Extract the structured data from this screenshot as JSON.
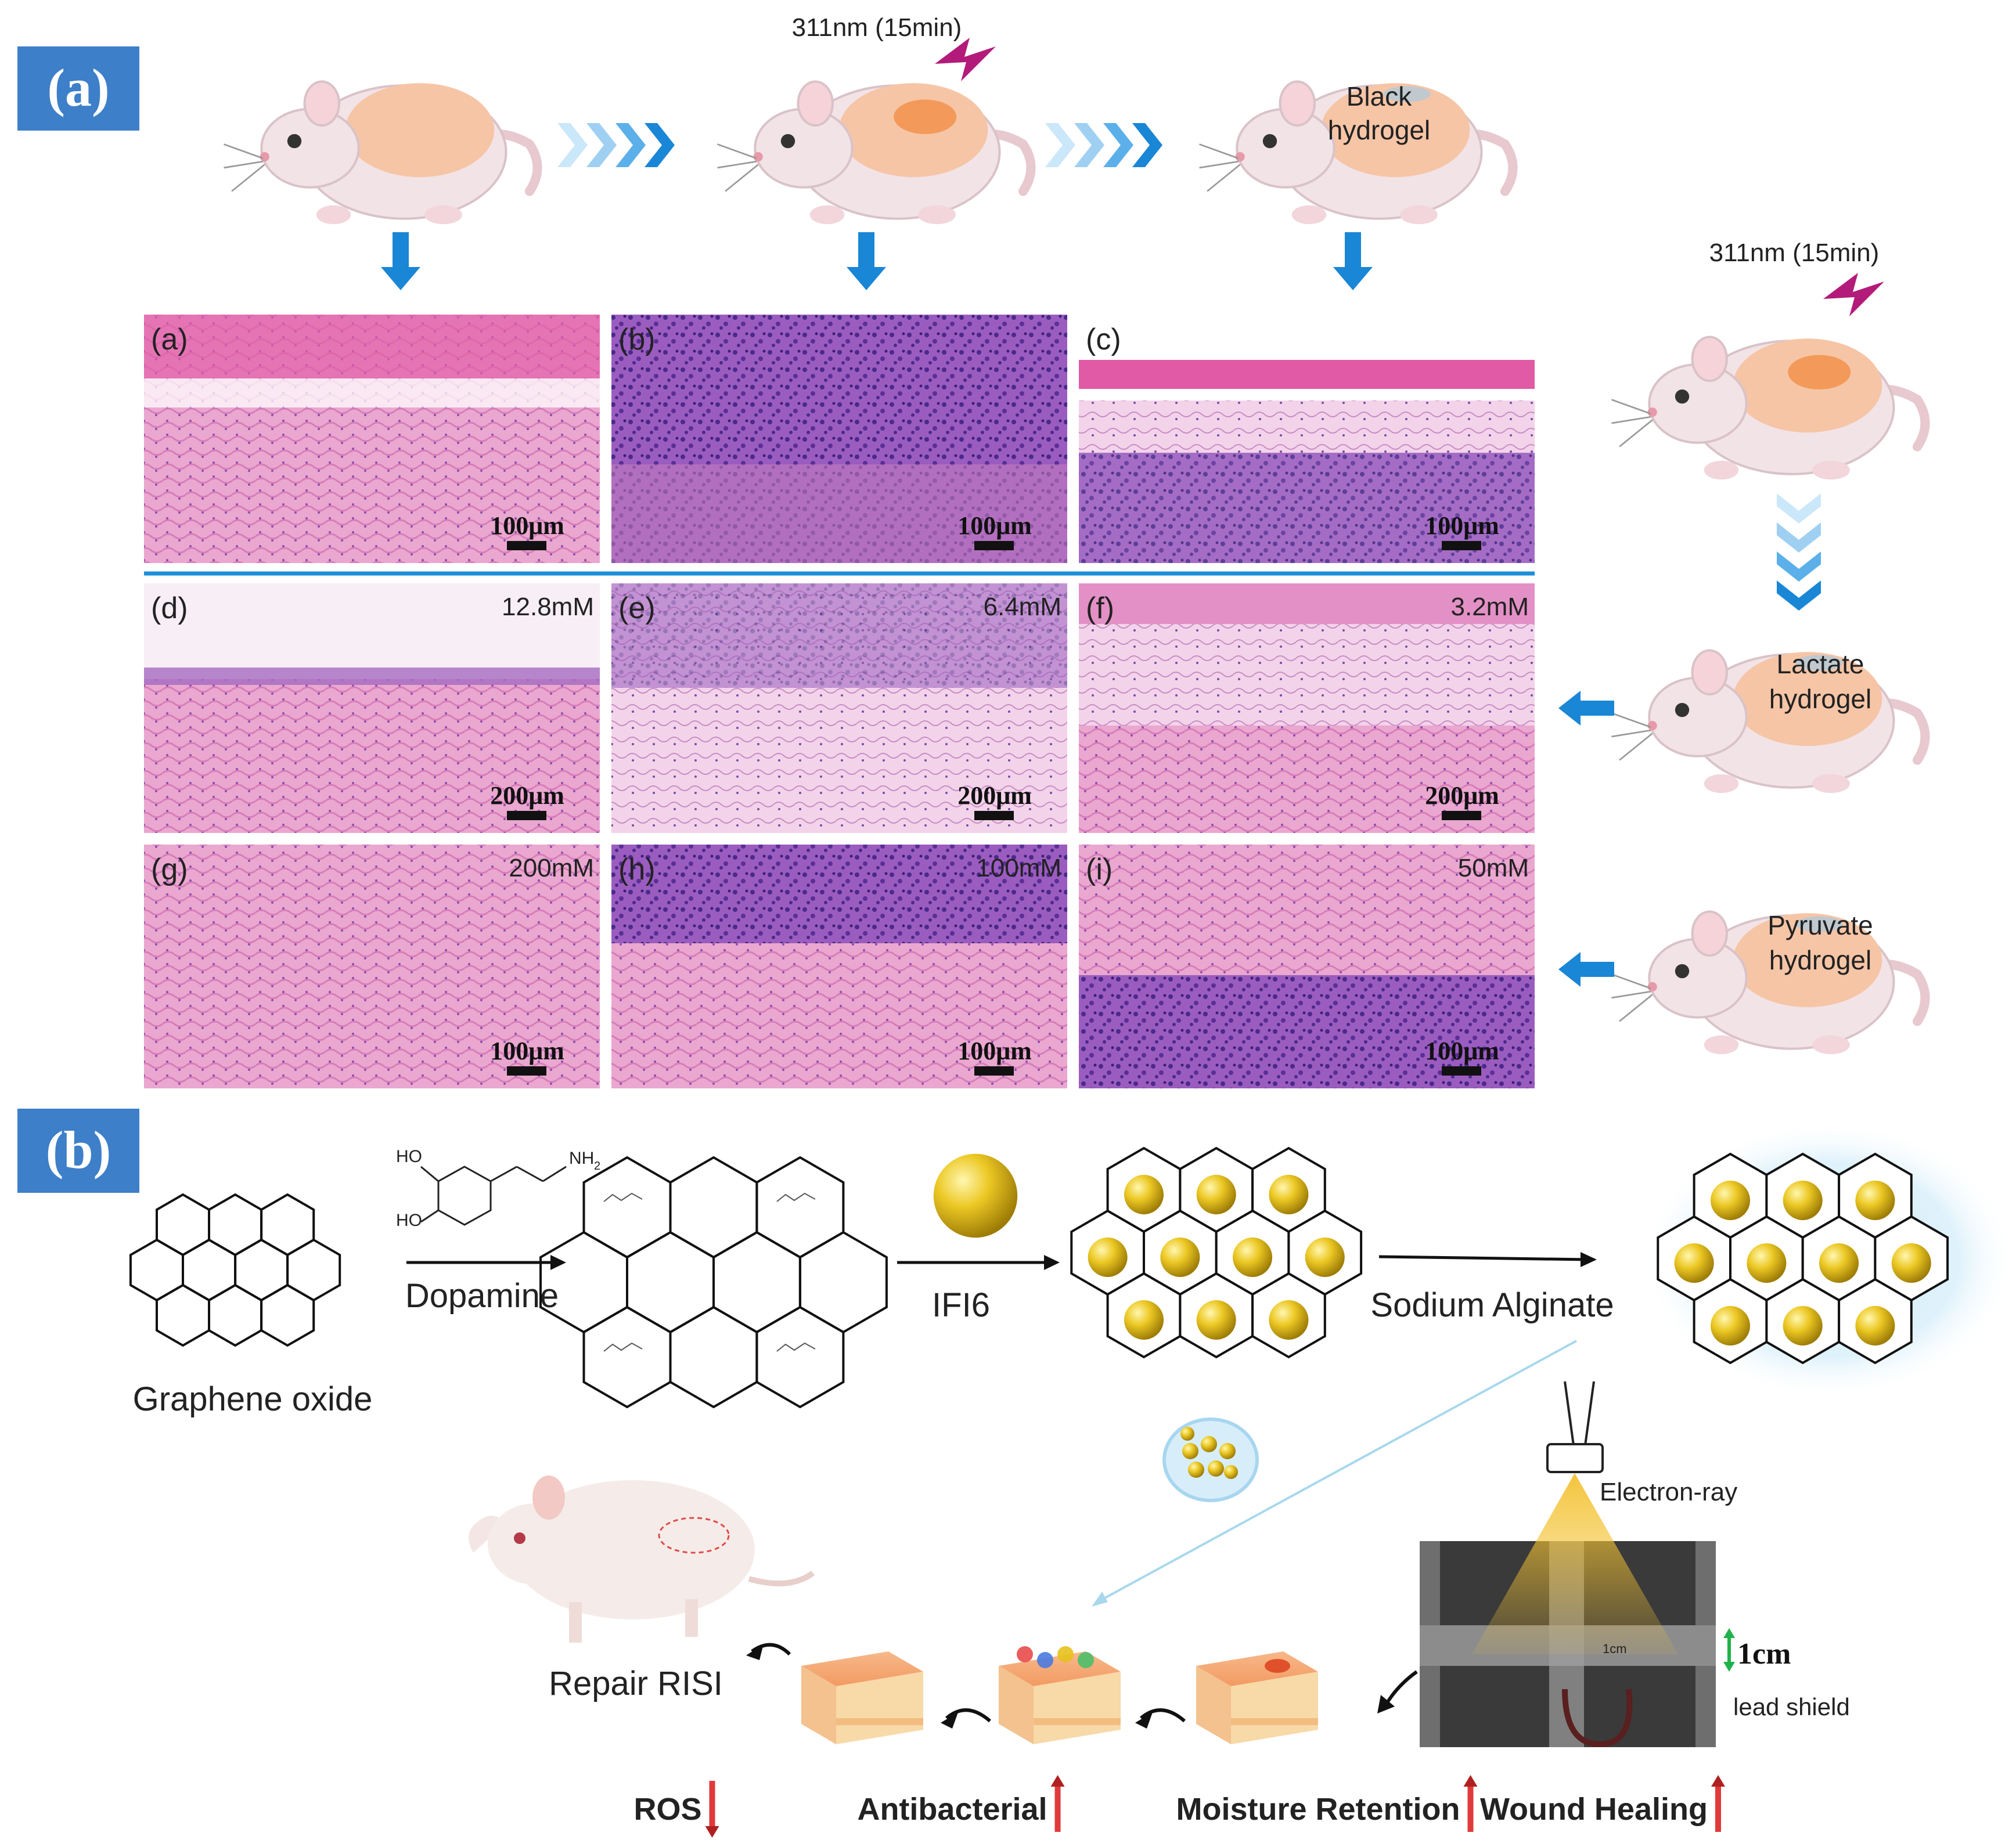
{
  "panel_a": {
    "tag": "(a)",
    "top_uv_label": "311nm (15min)",
    "black_hydrogel": [
      "Black",
      "hydrogel"
    ],
    "side_uv_label": "311nm (15min)",
    "lactate_hydrogel": [
      "Lactate",
      "hydrogel"
    ],
    "pyruvate_hydrogel": [
      "Pyruvate",
      "hydrogel"
    ],
    "micrographs": [
      {
        "label": "(a)",
        "conc": "",
        "scale": "100μm"
      },
      {
        "label": "(b)",
        "conc": "",
        "scale": "100μm"
      },
      {
        "label": "(c)",
        "conc": "",
        "scale": "100μm"
      },
      {
        "label": "(d)",
        "conc": "12.8mM",
        "scale": "200μm"
      },
      {
        "label": "(e)",
        "conc": "6.4mM",
        "scale": "200μm"
      },
      {
        "label": "(f)",
        "conc": "3.2mM",
        "scale": "200μm"
      },
      {
        "label": "(g)",
        "conc": "200mM",
        "scale": "100μm"
      },
      {
        "label": "(h)",
        "conc": "100mM",
        "scale": "100μm"
      },
      {
        "label": "(i)",
        "conc": "50mM",
        "scale": "100μm"
      }
    ]
  },
  "panel_b": {
    "tag": "(b)",
    "graphene_oxide": "Graphene oxide",
    "dopamine": "Dopamine",
    "ifi6": "IFI6",
    "sodium_alginate": "Sodium Alginate",
    "electron_ray": "Electron-ray",
    "gap_small": "1cm",
    "gap_label": "1cm",
    "lead_shield": "lead shield",
    "repair": "Repair RISI",
    "struct_ho1": "HO",
    "struct_ho2": "HO",
    "struct_nh2": "NH",
    "struct_nh2_sub": "2",
    "outcomes": [
      {
        "label": "ROS",
        "direction": "down"
      },
      {
        "label": "Antibacterial",
        "direction": "up"
      },
      {
        "label": "Moisture Retention",
        "direction": "up"
      },
      {
        "label": "Wound Healing",
        "direction": "up"
      }
    ]
  },
  "colors": {
    "tag_bg": "#3d7fc9",
    "arrow_blue": "#1a86d6",
    "chevron_light": "#9fd0f2",
    "divider": "#1d8fd8",
    "he_pink": "#e79cc8",
    "he_purple": "#6a3aa0",
    "np_yellow": "#e6c21c",
    "up_arrow": "#e03a3a"
  }
}
